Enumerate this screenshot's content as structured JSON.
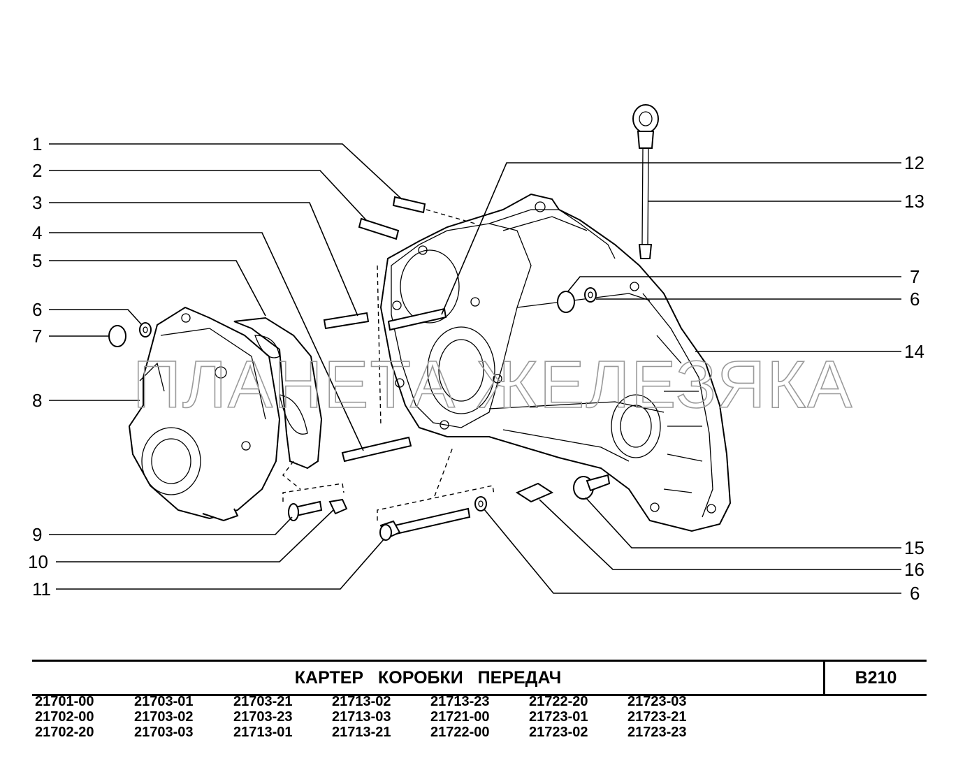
{
  "callouts": {
    "c1": "1",
    "c2": "2",
    "c3": "3",
    "c4": "4",
    "c5": "5",
    "c6a": "6",
    "c7a": "7",
    "c8": "8",
    "c9": "9",
    "c10": "10",
    "c11": "11",
    "c12": "12",
    "c13": "13",
    "c7b": "7",
    "c6b": "6",
    "c14": "14",
    "c15": "15",
    "c16": "16",
    "c6c": "6"
  },
  "watermark": "ПЛАНЕТА ЖЕЛЕЗЯКА",
  "title": "КАРТЕР КОРОБКИ ПЕРЕДАЧ",
  "code": "B210",
  "models": [
    [
      "21701-00",
      "21702-00",
      "21702-20"
    ],
    [
      "21703-01",
      "21703-02",
      "21703-03"
    ],
    [
      "21703-21",
      "21703-23",
      "21713-01"
    ],
    [
      "21713-02",
      "21713-03",
      "21713-21"
    ],
    [
      "21713-23",
      "21721-00",
      "21722-00"
    ],
    [
      "21722-20",
      "21723-01",
      "21723-02"
    ],
    [
      "21723-03",
      "21723-21",
      "21723-23"
    ]
  ]
}
